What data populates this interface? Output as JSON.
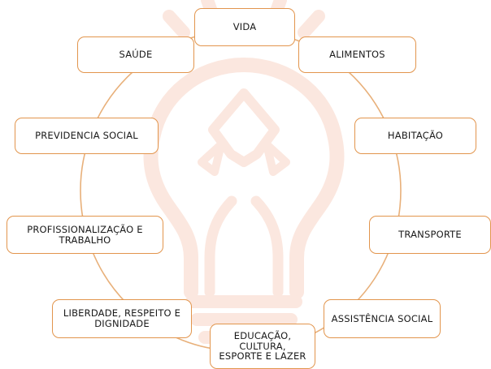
{
  "diagram": {
    "nodes": [
      {
        "id": "vida",
        "label": "VIDA"
      },
      {
        "id": "alimentos",
        "label": "ALIMENTOS"
      },
      {
        "id": "saude",
        "label": "SAÚDE"
      },
      {
        "id": "habitacao",
        "label": "HABITAÇÃO"
      },
      {
        "id": "previdencia",
        "label": "PREVIDENCIA SOCIAL"
      },
      {
        "id": "transporte",
        "label": "TRANSPORTE"
      },
      {
        "id": "profissionalizacao",
        "label": "PROFISSIONALIZAÇÃO E\nTRABALHO"
      },
      {
        "id": "assistencia",
        "label": "ASSISTÊNCIA SOCIAL"
      },
      {
        "id": "liberdade",
        "label": "LIBERDADE, RESPEITO E\nDIGNIDADE"
      },
      {
        "id": "educacao",
        "label": "EDUCAÇÃO,\nCULTURA,\nESPORTE E LAZER"
      }
    ],
    "background_icon": "lightbulb-watermark-icon"
  },
  "colors": {
    "border": "#e2954d",
    "ring": "#e8b07a",
    "watermark": "#fbe7df",
    "text": "#1a1a1a"
  }
}
